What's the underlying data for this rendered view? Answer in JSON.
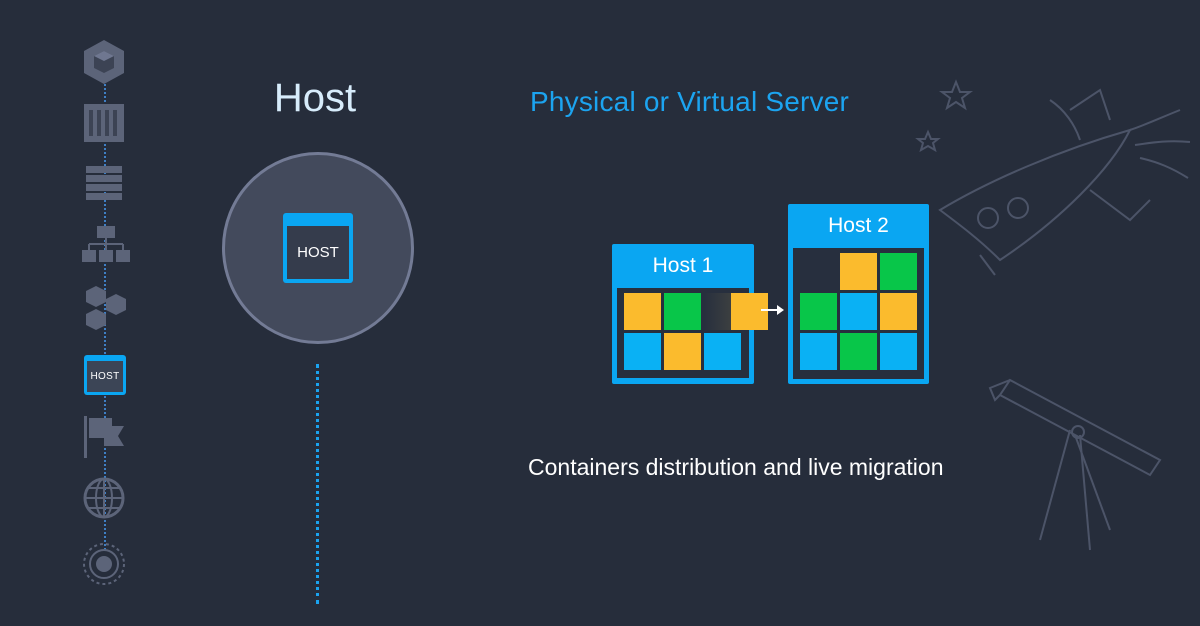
{
  "rail": {
    "items": [
      {
        "icon": "cube-hexagon-icon"
      },
      {
        "icon": "container-icon"
      },
      {
        "icon": "layers-icon"
      },
      {
        "icon": "hierarchy-icon"
      },
      {
        "icon": "cluster-icon"
      },
      {
        "icon": "host-icon",
        "label": "HOST",
        "active": true
      },
      {
        "icon": "flag-icon"
      },
      {
        "icon": "globe-icon"
      },
      {
        "icon": "galaxy-icon"
      }
    ]
  },
  "title": "Host",
  "circle_card_label": "HOST",
  "subtitle": "Physical or Virtual Server",
  "hosts": [
    {
      "label": "Host 1",
      "grid": [
        [
          "yellow",
          "green",
          "empty",
          "yellow"
        ],
        [
          "blue",
          "yellow",
          "blue",
          "empty"
        ]
      ],
      "migrating": "yellow"
    },
    {
      "label": "Host 2",
      "grid": [
        [
          "empty",
          "yellow",
          "green"
        ],
        [
          "green",
          "blue",
          "yellow"
        ],
        [
          "blue",
          "green",
          "blue"
        ]
      ]
    }
  ],
  "caption": "Containers distribution and live migration",
  "colors": {
    "background": "#262d3b",
    "accent": "#0aa6f2",
    "yellow": "#fbbb2d",
    "green": "#08c649",
    "blue": "#0ab1f4"
  }
}
